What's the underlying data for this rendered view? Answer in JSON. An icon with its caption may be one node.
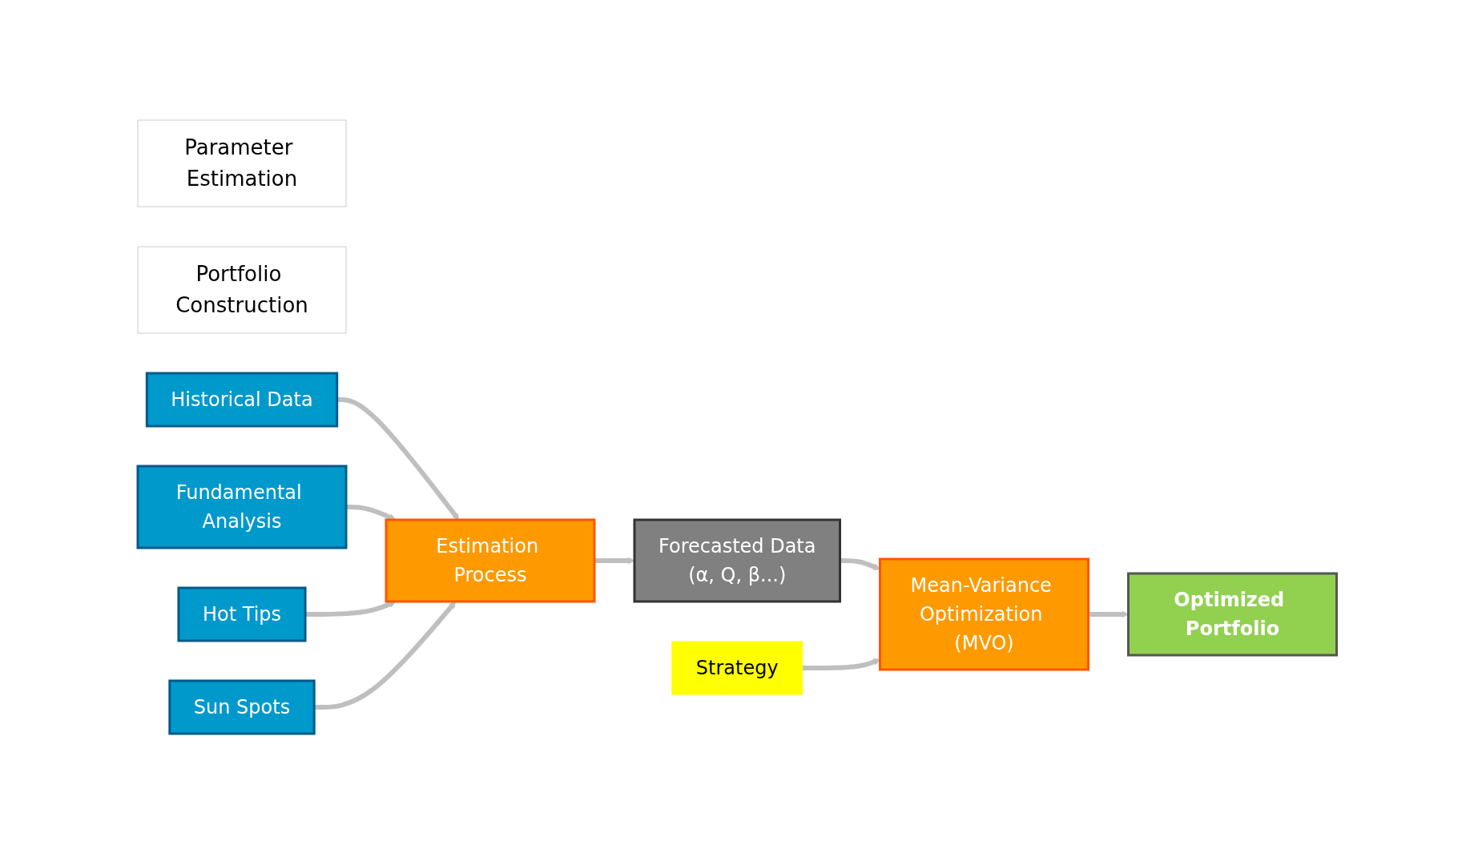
{
  "diagram": {
    "nodes": [
      {
        "text": [
          "Parameter Estimation"
        ]
      },
      {
        "text": [
          "Portfolio Construction"
        ]
      },
      {
        "text": [
          "Historical Data"
        ]
      },
      {
        "text": [
          "Fundamental Analysis"
        ]
      },
      {
        "text": [
          "Hot Tips"
        ]
      },
      {
        "text": [
          "Sun Spots"
        ]
      },
      {
        "text": [
          "Estimation Process"
        ]
      },
      {
        "text": [
          "Forecasted Data",
          "(α, Q, β...)"
        ]
      },
      {
        "text": [
          "Strategy"
        ]
      },
      {
        "text": [
          "Mean-Variance Optimization (MVO)"
        ]
      },
      {
        "text": [
          "Optimized Portfolio"
        ]
      }
    ],
    "edges": [
      {
        "from": 2,
        "to": 6,
        "arrow": "to"
      },
      {
        "from": 3,
        "to": 6,
        "arrow": "to"
      },
      {
        "from": 4,
        "to": 6,
        "arrow": "to"
      },
      {
        "from": 5,
        "to": 6,
        "arrow": "to"
      },
      {
        "from": 6,
        "to": 7,
        "arrow": "to"
      },
      {
        "from": 7,
        "to": 9,
        "arrow": "to"
      },
      {
        "from": 8,
        "to": 9,
        "arrow": "to"
      },
      {
        "from": 9,
        "to": 10,
        "arrow": "to"
      }
    ]
  }
}
